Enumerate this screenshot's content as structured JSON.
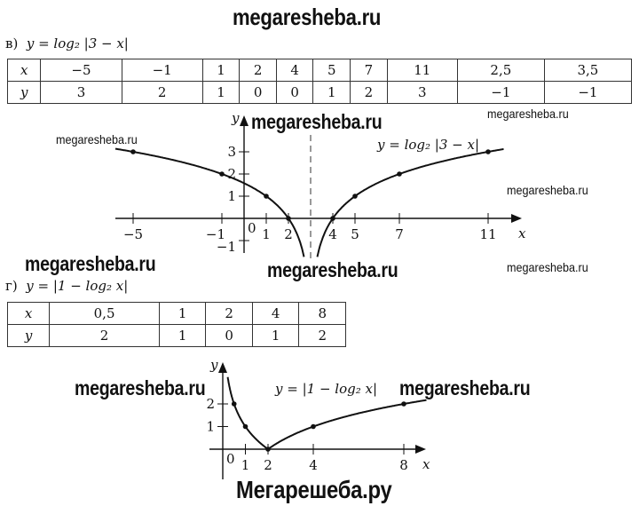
{
  "watermarks": {
    "title": "megaresheba.ru",
    "small": "megaresheba.ru",
    "footer": "Мегарешеба.ру"
  },
  "part_v": {
    "label": "в)",
    "formula": "y = log₂ |3 − x|",
    "table": {
      "x_label": "x",
      "y_label": "y",
      "x": [
        "−5",
        "−1",
        "1",
        "2",
        "4",
        "5",
        "7",
        "11",
        "2,5",
        "3,5"
      ],
      "y": [
        "3",
        "2",
        "1",
        "0",
        "0",
        "1",
        "2",
        "3",
        "−1",
        "−1"
      ]
    },
    "graph": {
      "x_axis_label": "x",
      "y_axis_label": "y",
      "origin_label": "0",
      "x_ticks": [
        "−5",
        "−1",
        "1",
        "2",
        "4",
        "5",
        "7",
        "11"
      ],
      "y_ticks": [
        "3",
        "2",
        "1",
        "−1"
      ],
      "curve_label": "y = log₂ |3 − x|",
      "asymptote_x": 3,
      "points": [
        [
          -5,
          3
        ],
        [
          -1,
          2
        ],
        [
          1,
          1
        ],
        [
          2,
          0
        ],
        [
          4,
          0
        ],
        [
          5,
          1
        ],
        [
          7,
          2
        ],
        [
          11,
          3
        ]
      ]
    }
  },
  "part_g": {
    "label": "г)",
    "formula": "y = |1 − log₂ x|",
    "table": {
      "x_label": "x",
      "y_label": "y",
      "x": [
        "0,5",
        "1",
        "2",
        "4",
        "8"
      ],
      "y": [
        "2",
        "1",
        "0",
        "1",
        "2"
      ]
    },
    "graph": {
      "x_axis_label": "x",
      "y_axis_label": "y",
      "origin_label": "0",
      "x_ticks": [
        "1",
        "2",
        "4",
        "8"
      ],
      "y_ticks": [
        "2",
        "1"
      ],
      "curve_label": "y = |1 − log₂ x|",
      "points": [
        [
          0.5,
          2
        ],
        [
          1,
          1
        ],
        [
          2,
          0
        ],
        [
          4,
          1
        ],
        [
          8,
          2
        ]
      ]
    }
  }
}
